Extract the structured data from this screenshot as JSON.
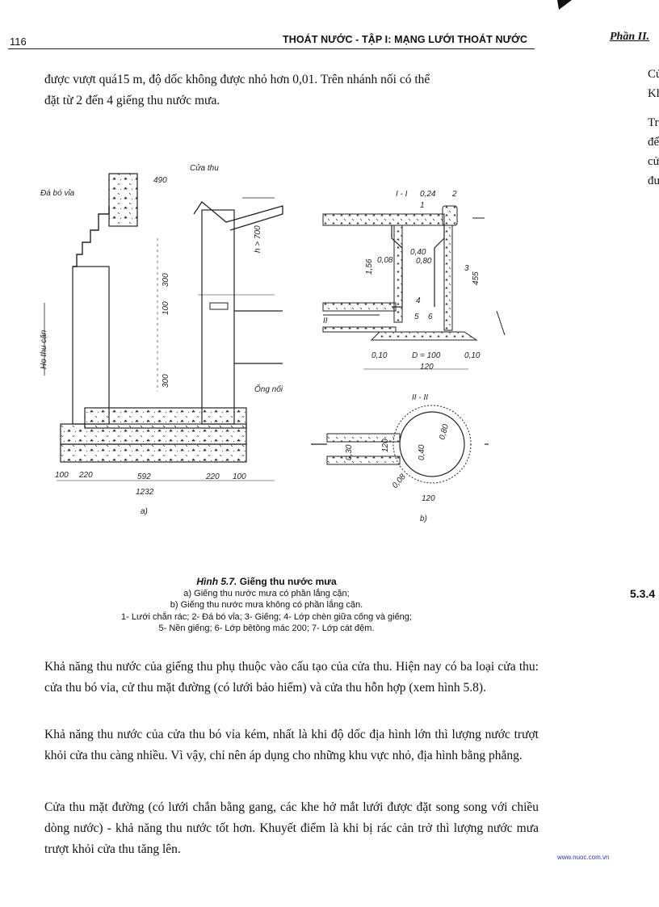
{
  "header": {
    "page_number": "116",
    "running_title": "THOÁT NƯỚC - TẬP I: MẠNG LƯỚI THOÁT NƯỚC",
    "side_title": "Phần II."
  },
  "intro": {
    "line1": "được vượt quá15 m, độ dốc không được nhỏ hơn 0,01. Trên nhánh nối có thể",
    "line2": "đặt từ 2 đến 4 giếng thu nước mưa."
  },
  "side_column": {
    "lines": [
      "Cử",
      "Kh",
      "Tr",
      "để",
      "cử",
      "đư"
    ],
    "section_number": "5.3.4"
  },
  "figure": {
    "a": {
      "label_vertical": "Ho thu cặn",
      "label_curb": "Đá bó vỉa",
      "label_inlet": "Cửa thu",
      "label_pipe": "Ống nối",
      "dim_490": "490",
      "dim_h": "h > 700",
      "dim_300a": "300",
      "dim_100": "100",
      "dim_300b": "300",
      "dim_bottom": [
        "100",
        "220",
        "592",
        "220",
        "100"
      ],
      "dim_total": "1232",
      "part": "a)"
    },
    "b": {
      "section_1": "I - I",
      "section_2": "II - II",
      "dims": {
        "d024": "0,24",
        "d2": "2",
        "d1": "1",
        "d156": "1,56",
        "d008": "0,08",
        "d040": "0,40",
        "d080": "0,80",
        "d3": "3",
        "d455": "455",
        "d4": "4",
        "d5": "5",
        "d6": "6",
        "d010a": "0,10",
        "d100": "D = 100",
        "d010b": "0,10",
        "d120": "120",
        "d120b": "120",
        "d030": "0,30",
        "d120v": "120",
        "d040b": "0,40",
        "d080b": "0,80",
        "d008b": "0,08",
        "dII": "II"
      },
      "part": "b)"
    }
  },
  "caption": {
    "title_prefix": "Hình 5.7.",
    "title": "Giếng thu nước mưa",
    "line_a": "a) Giếng thu nước mưa có phần lắng cặn;",
    "line_b": "b) Giếng thu nước mưa không có phần lắng cặn.",
    "legend1": "1- Lưới chắn rác; 2- Đá bó vỉa; 3- Giếng; 4- Lớp chèn giữa cống và giếng;",
    "legend2": "5- Nền giếng; 6- Lớp bêtông mác 200; 7- Lớp cát đệm."
  },
  "paragraphs": [
    "Khả năng thu nước của giếng thu phụ thuộc vào cấu tạo của cửa thu. Hiện nay có ba loại cửa thu: cửa thu bó vỉa, cử thu mặt đường (có lưới bảo hiểm) và cửa thu hỗn hợp (xem hình 5.8).",
    "Khả năng thu nước của cửa thu bó vỉa kém, nhất là khi độ dốc địa hình lớn thì lượng nước trượt khỏi cửa thu càng nhiều. Vì vậy, chỉ nên áp dụng cho những khu vực nhỏ, địa hình bằng phẳng.",
    "Cửa thu mặt đường (có lưới chắn bằng gang, các khe hở mắt lưới được đặt song song với chiều dòng nước) - khả năng thu nước tốt hơn. Khuyết điểm là khi bị rác cản trở thì lượng nước mưa trượt khỏi cửa thu tăng lên."
  ],
  "footer": {
    "url": "www.nuoc.com.vn"
  }
}
